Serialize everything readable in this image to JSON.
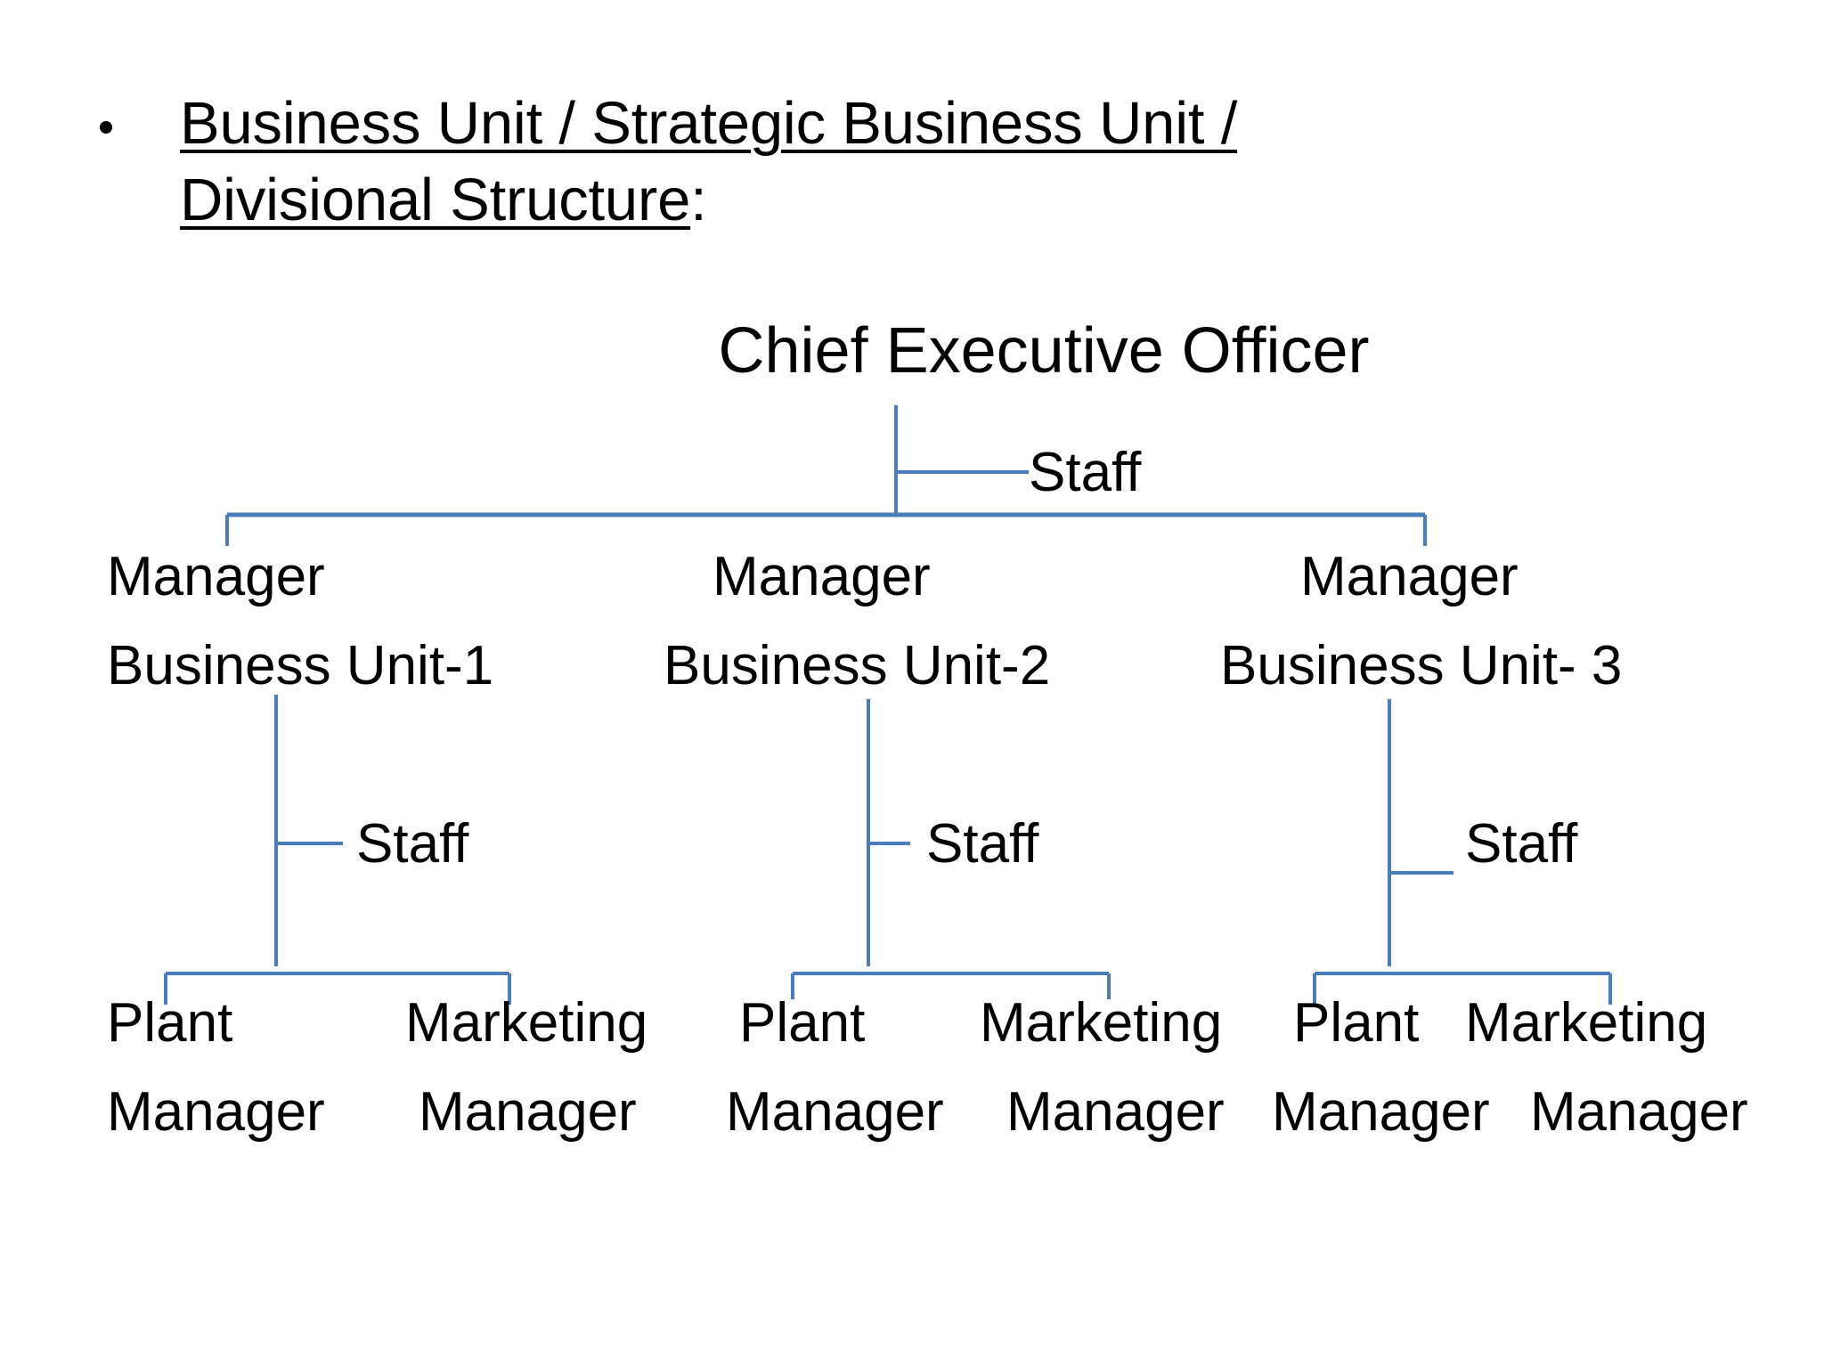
{
  "slide": {
    "background_color": "#ffffff",
    "text_color": "#000000",
    "connector_color": "#4A7EBB"
  },
  "title": {
    "bullet": "•",
    "line1": "Business Unit / Strategic Business Unit /",
    "line2_underlined": "Divisional Structure",
    "line2_tail": ":"
  },
  "chart_data": {
    "type": "diagram",
    "diagram_kind": "organizational-chart",
    "title": "Business Unit / Strategic Business Unit / Divisional Structure",
    "root": {
      "id": "ceo",
      "label": "Chief Executive Officer",
      "staff_label": "Staff"
    },
    "divisions": [
      {
        "id": "bu1",
        "role": "Manager",
        "unit": "Business Unit-1",
        "staff_label": "Staff",
        "children": [
          {
            "id": "bu1-plant",
            "line1": "Plant",
            "line2": "Manager"
          },
          {
            "id": "bu1-marketing",
            "line1": "Marketing",
            "line2": "Manager"
          }
        ]
      },
      {
        "id": "bu2",
        "role": "Manager",
        "unit": "Business Unit-2",
        "staff_label": "Staff",
        "children": [
          {
            "id": "bu2-plant",
            "line1": "Plant",
            "line2": "Manager"
          },
          {
            "id": "bu2-marketing",
            "line1": "Marketing",
            "line2": "Manager"
          }
        ]
      },
      {
        "id": "bu3",
        "role": "Manager",
        "unit": "Business Unit- 3",
        "staff_label": "Staff",
        "children": [
          {
            "id": "bu3-plant",
            "line1": "Plant",
            "line2": "Manager"
          },
          {
            "id": "bu3-marketing",
            "line1": "Marketing",
            "line2": "Manager"
          }
        ]
      }
    ],
    "legend": [],
    "notes": "Three-level divisional (SBU) structure: CEO with corporate Staff, three Business Unit Managers each with their own Staff, each unit splitting into Plant Manager and Marketing Manager."
  }
}
